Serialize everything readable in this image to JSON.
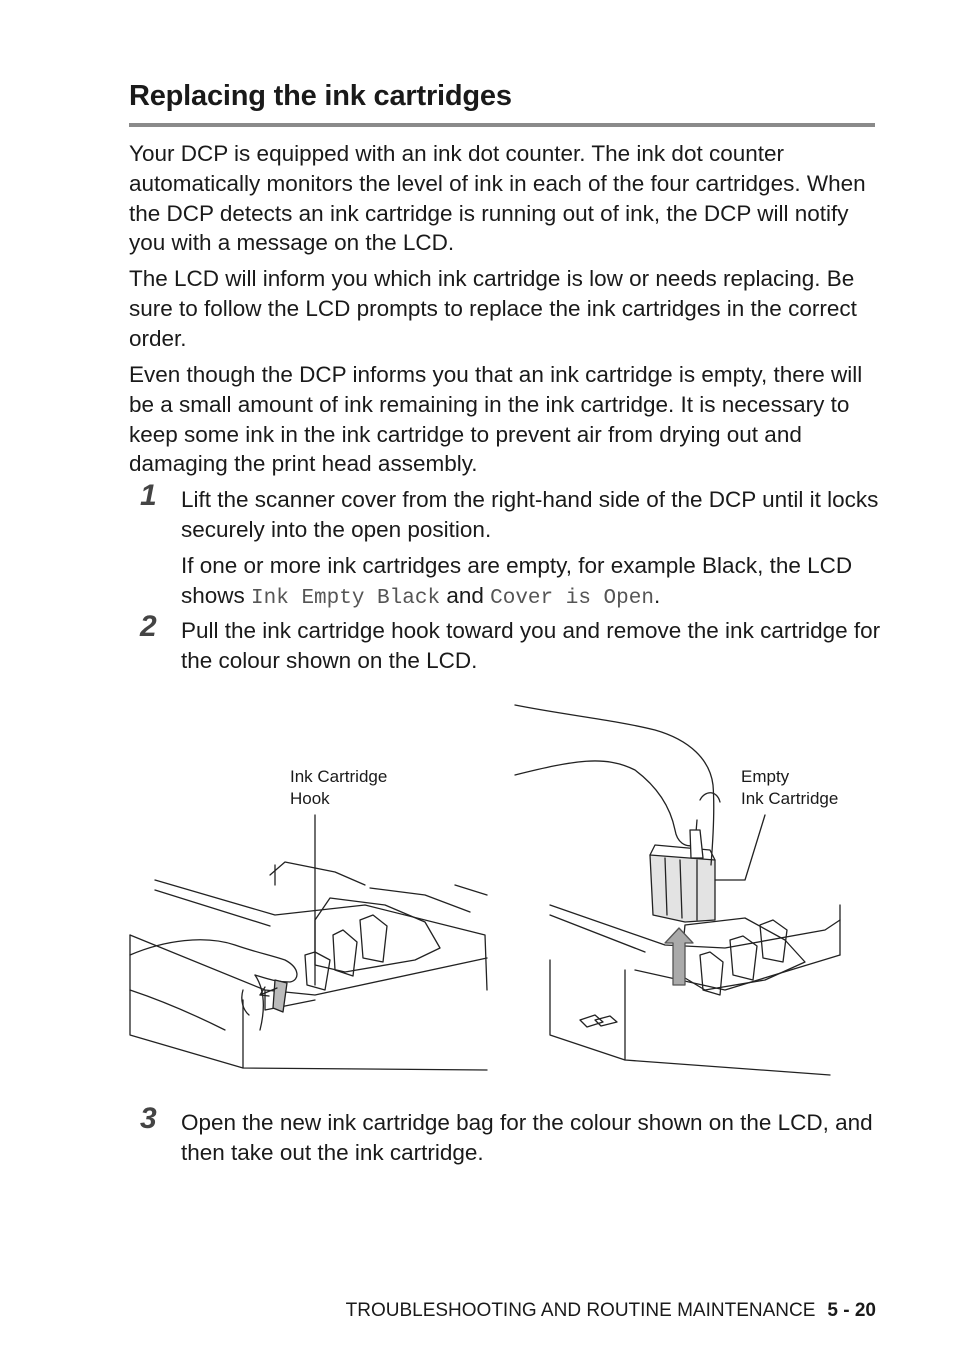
{
  "title": "Replacing the ink cartridges",
  "intro": [
    "Your DCP is equipped with an ink dot counter. The ink dot counter automatically monitors the level of ink in each of the four cartridges. When the DCP detects an ink cartridge is running out of ink, the DCP will notify you with a message on the LCD.",
    "The LCD will inform you which ink cartridge is low or needs replacing. Be sure to follow the LCD prompts to replace the ink cartridges in the correct order.",
    "Even though the DCP informs you that an ink cartridge is empty, there will be a small amount of ink remaining in the ink cartridge. It is necessary to keep some ink in the ink cartridge to prevent air from drying out and damaging the print head assembly."
  ],
  "steps": [
    {
      "number": "1",
      "text": "Lift the scanner cover from the right-hand side of the DCP until it locks securely into the open position.",
      "note_before": "If one or more ink cartridges are empty, for example Black, the LCD shows ",
      "lcd_1": "Ink Empty Black",
      "note_and": " and ",
      "lcd_2": "Cover is Open",
      "note_end": "."
    },
    {
      "number": "2",
      "text": "Pull the ink cartridge hook toward you and remove the ink cartridge for the colour shown on the LCD."
    },
    {
      "number": "3",
      "text": "Open the new ink cartridge bag for the colour shown on the LCD, and then take out the ink cartridge."
    }
  ],
  "figure": {
    "label_hook_1": "Ink Cartridge",
    "label_hook_2": "Hook",
    "label_empty_1": "Empty",
    "label_empty_2": "Ink Cartridge"
  },
  "footer": {
    "section": "TROUBLESHOOTING AND ROUTINE MAINTENANCE",
    "page": "5 - 20"
  }
}
